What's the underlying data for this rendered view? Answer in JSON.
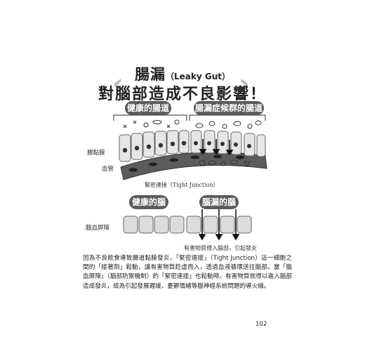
{
  "title": {
    "main_prefix": "腸漏",
    "english": "（Leaky Gut）",
    "line2": "對腦部造成不良影響！"
  },
  "labels": {
    "healthy_gut": "健康的腸道",
    "leaky_gut_syndrome": "腸漏症候群的腸道",
    "mucosa": "腸黏膜",
    "blood_vessel": "血管",
    "tight_junction": "緊密連接（Tight Junction）",
    "healthy_brain": "健康的腦",
    "leaky_brain": "腦漏的腦",
    "bbb": "腦血屏障",
    "harm_caption": "有害物質侵入腦部，引起發炎"
  },
  "body": {
    "paragraph": "因為不良飲食導致腸道黏膜發炎，「緊密連接」（Tight Junction）這一細胞之間的「接著劑」鬆動，讓有害物質趁虛而入，透過血液循環送往腦部。當「腦血屏障」（腦部防禦機制）的「緊密連接」也鬆動時，有害物質就得以進入腦部造成發炎，成為引起發展遲緩、憂鬱情緒等腦神經系統問題的導火線。"
  },
  "page_number": "102"
}
